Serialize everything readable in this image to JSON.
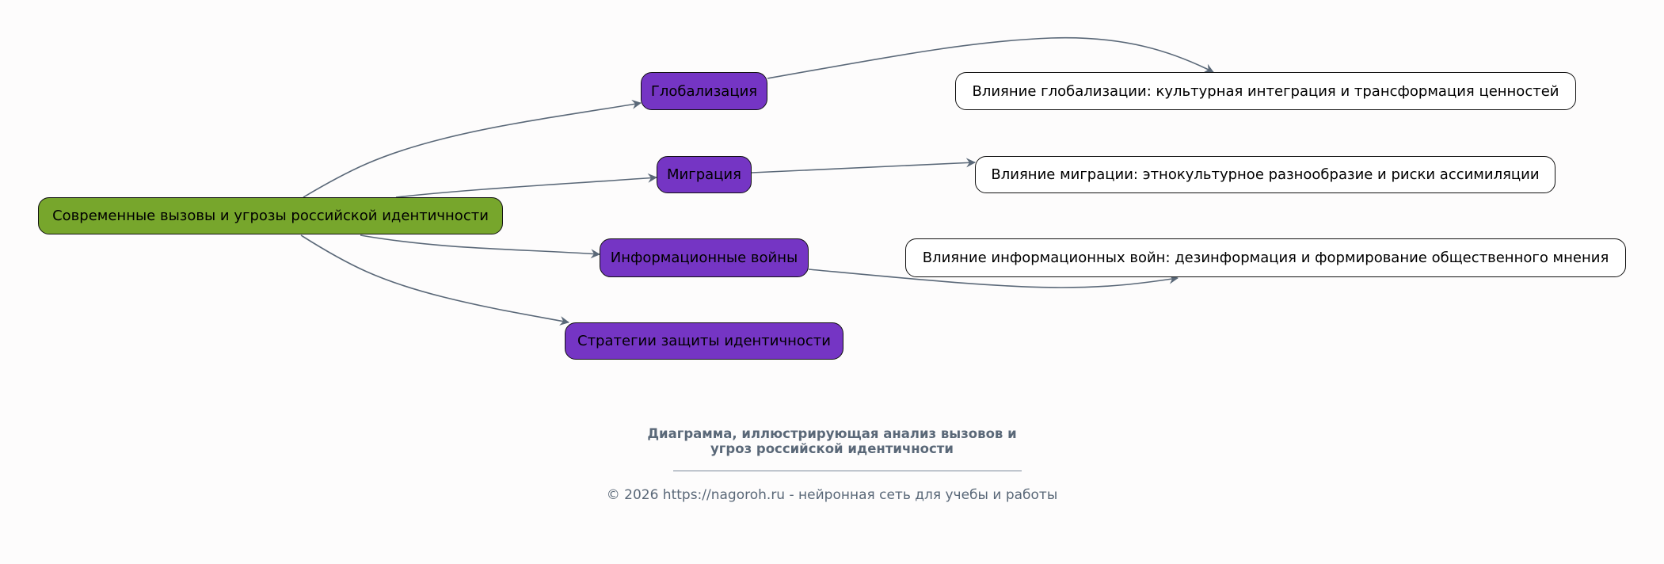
{
  "diagram": {
    "root": {
      "label": "Современные вызовы и угрозы российской идентичности",
      "color": "#77a62c"
    },
    "topics": [
      {
        "label": "Глобализация",
        "color": "#7535c4"
      },
      {
        "label": "Миграция",
        "color": "#7535c4"
      },
      {
        "label": "Информационные войны",
        "color": "#7535c4"
      },
      {
        "label": "Стратегии защиты идентичности",
        "color": "#7535c4"
      }
    ],
    "leaves": [
      {
        "label": "Влияние глобализации: культурная интеграция и трансформация ценностей"
      },
      {
        "label": "Влияние миграции: этнокультурное разнообразие и риски ассимиляции"
      },
      {
        "label": "Влияние информационных войн: дезинформация и формирование общественного мнения"
      }
    ],
    "edge_color": "#5a6878"
  },
  "footer": {
    "title_line1": "Диаграмма, иллюстрирующая анализ вызовов и",
    "title_line2": "угроз российской идентичности",
    "copyright": "© 2026 https://nagoroh.ru - нейронная сеть для учебы и работы"
  }
}
